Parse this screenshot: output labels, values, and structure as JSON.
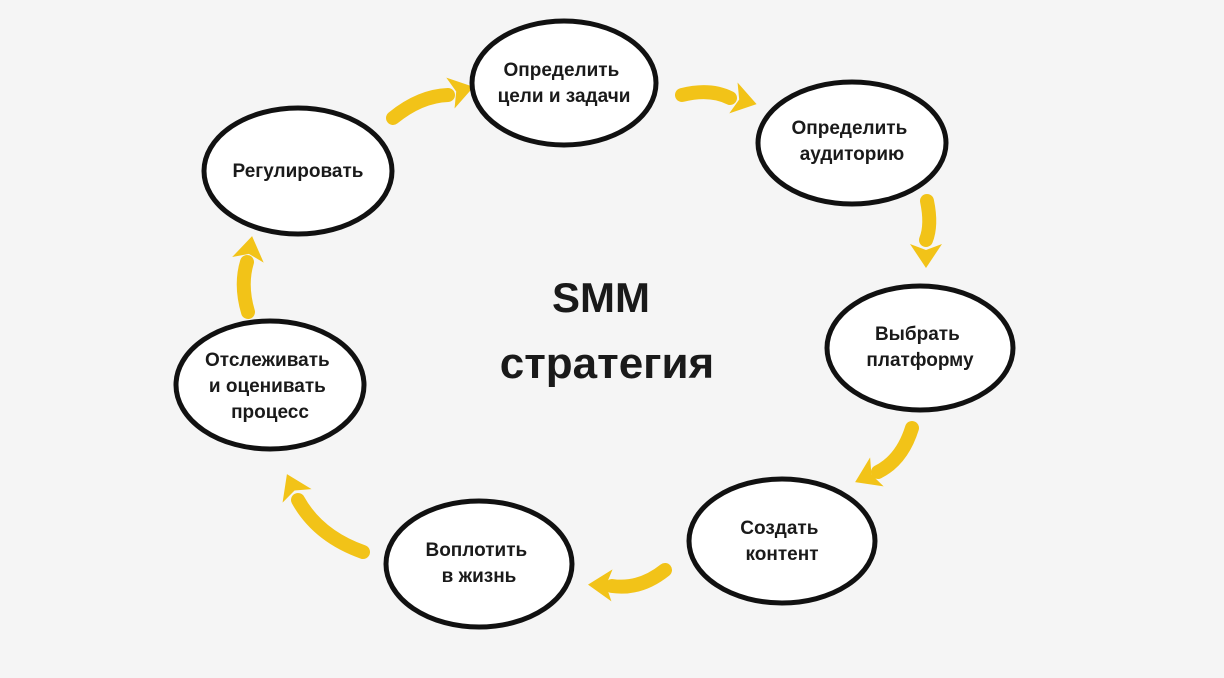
{
  "title": {
    "line1": "SMM",
    "line2": "стратегия"
  },
  "colors": {
    "background": "#f5f5f5",
    "node_stroke": "#111111",
    "node_fill": "#ffffff",
    "arrow": "#f2c318",
    "text": "#1a1a1a"
  },
  "steps": [
    {
      "id": "goals",
      "lines": [
        "Определить",
        "цели и задачи"
      ]
    },
    {
      "id": "audience",
      "lines": [
        "Определить",
        "аудиторию"
      ]
    },
    {
      "id": "platform",
      "lines": [
        "Выбрать",
        "платформу"
      ]
    },
    {
      "id": "content",
      "lines": [
        "Создать",
        "контент"
      ]
    },
    {
      "id": "implement",
      "lines": [
        "Воплотить",
        "в жизнь"
      ]
    },
    {
      "id": "track",
      "lines": [
        "Отслеживать",
        "и оценивать",
        "процесс"
      ]
    },
    {
      "id": "regulate",
      "lines": [
        "Регулировать"
      ]
    }
  ],
  "flow_direction": "clockwise"
}
